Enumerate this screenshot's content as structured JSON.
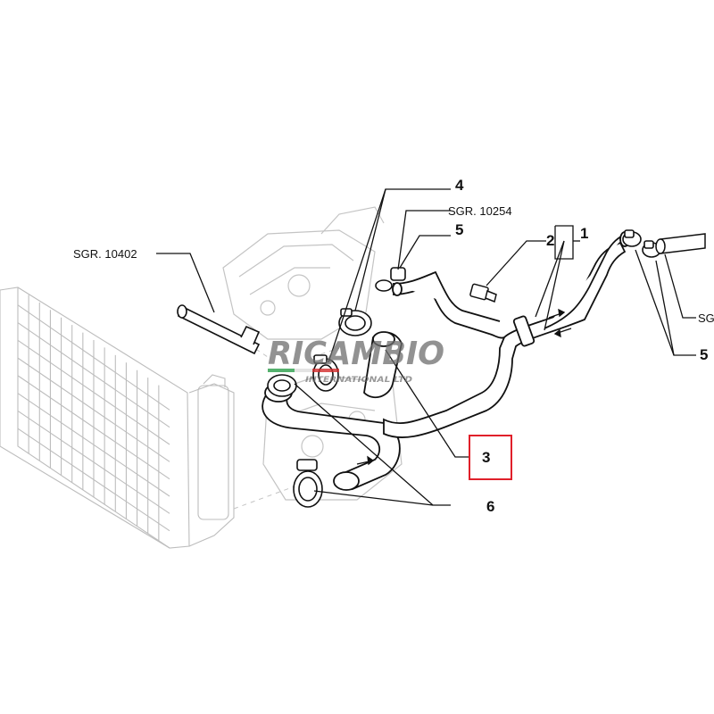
{
  "callouts": {
    "n1": "1",
    "n2": "2",
    "n3": "3",
    "n4": "4",
    "n5a": "5",
    "n5b": "5",
    "n6": "6"
  },
  "references": {
    "sgr_10402": "SGR. 10402",
    "sgr_10254": "SGR. 10254",
    "sgr_right": "SG"
  },
  "watermark": {
    "brand": "RICAMBIO",
    "tagline": "INTERNATIONAL LTD"
  },
  "colors": {
    "line": "#111111",
    "ghost": "#bdbdbd",
    "highlight": "#e0202a",
    "watermark": "#6e6e6e"
  }
}
